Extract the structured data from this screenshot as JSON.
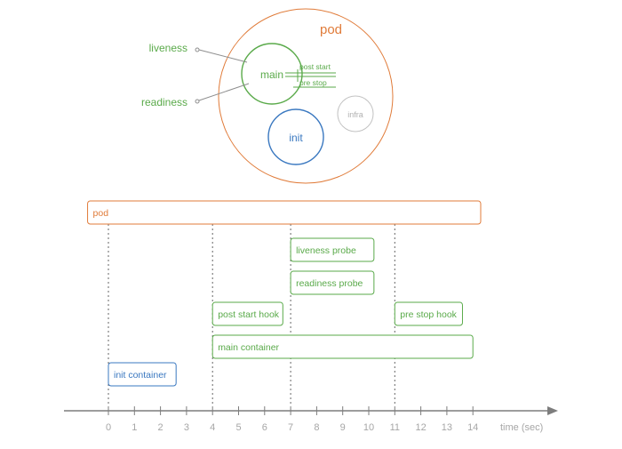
{
  "colors": {
    "orange": "#e07b39",
    "green": "#5aaa4a",
    "blue": "#3a78c0",
    "gray": "#c2c2c2",
    "axis": "#7d7d7d",
    "dashed": "#666666",
    "tick_label": "#a6a6a6",
    "connector": "#8e8e8e"
  },
  "top": {
    "pod_label": "pod",
    "main_label": "main",
    "init_label": "init",
    "infra_label": "infra",
    "post_start_label": "post start",
    "pre_stop_label": "pre stop",
    "liveness_label": "liveness",
    "readiness_label": "readiness"
  },
  "timeline": {
    "axis_label": "time (sec)",
    "ticks": [
      0,
      1,
      2,
      3,
      4,
      5,
      6,
      7,
      8,
      9,
      10,
      11,
      12,
      13,
      14
    ],
    "phase_markers": [
      0,
      4,
      7,
      11
    ],
    "bars": [
      {
        "id": "pod",
        "label": "pod",
        "start": -0.8,
        "end": 14.3,
        "color": "orange"
      },
      {
        "id": "liveness-probe",
        "label": "liveness probe",
        "start": 7.0,
        "end": 10.2,
        "color": "green"
      },
      {
        "id": "readiness-probe",
        "label": "readiness probe",
        "start": 7.0,
        "end": 10.2,
        "color": "green"
      },
      {
        "id": "post-start-hook",
        "label": "post start hook",
        "start": 4.0,
        "end": 6.7,
        "color": "green"
      },
      {
        "id": "pre-stop-hook",
        "label": "pre stop hook",
        "start": 11.0,
        "end": 13.6,
        "color": "green"
      },
      {
        "id": "main-container",
        "label": "main container",
        "start": 4.0,
        "end": 14.0,
        "color": "green"
      },
      {
        "id": "init-container",
        "label": "init container",
        "start": 0.0,
        "end": 2.6,
        "color": "blue"
      }
    ]
  }
}
